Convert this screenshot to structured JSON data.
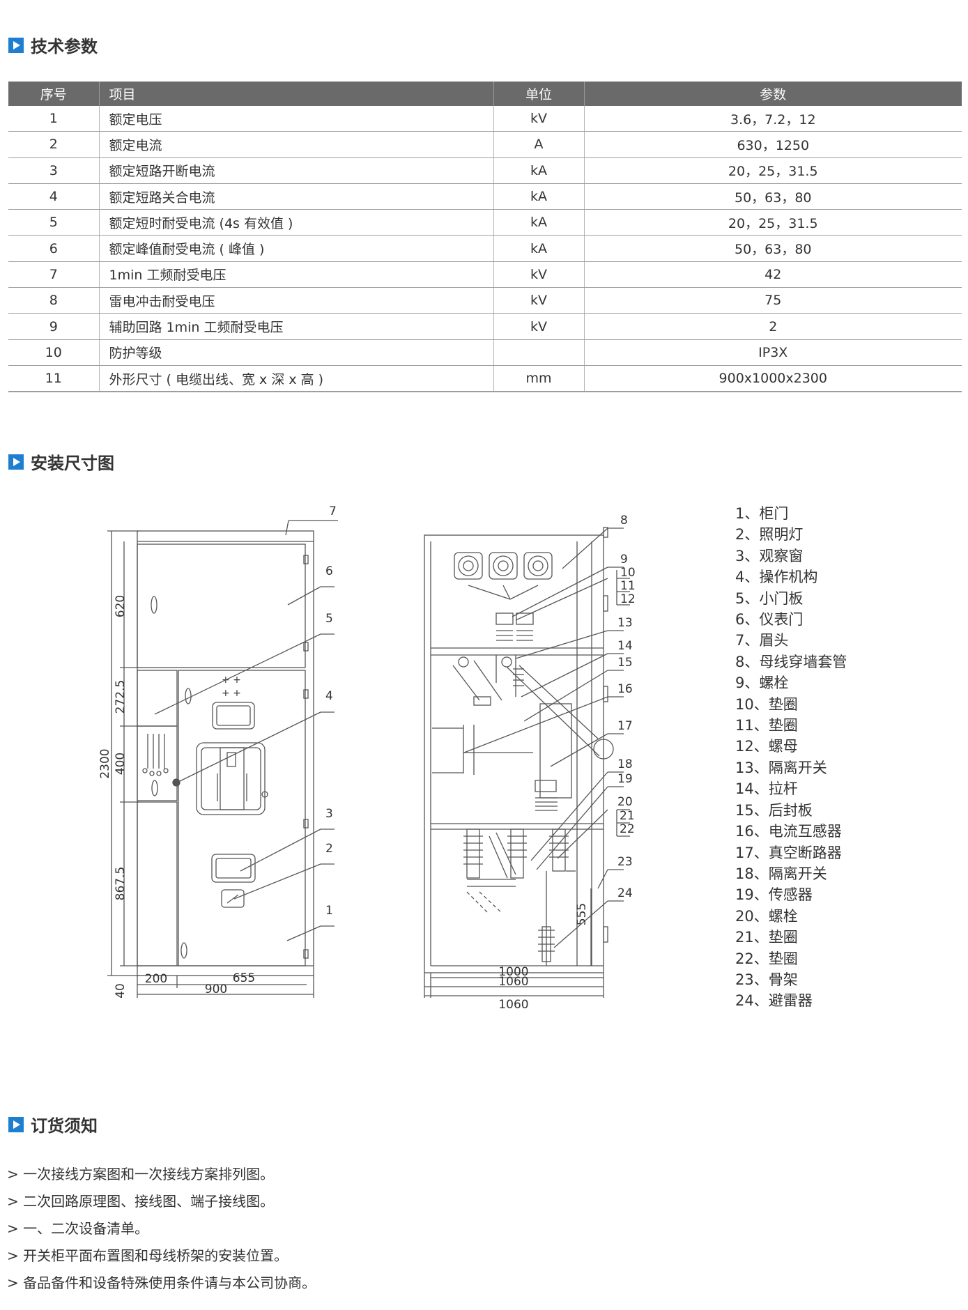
{
  "sections": {
    "tech_params": "技术参数",
    "install_dims": "安装尺寸图",
    "order_notes": "订货须知"
  },
  "table": {
    "headers": [
      "序号",
      "项目",
      "单位",
      "参数"
    ],
    "rows": [
      {
        "no": "1",
        "item": "额定电压",
        "unit": "kV",
        "value": "3.6，7.2，12"
      },
      {
        "no": "2",
        "item": "额定电流",
        "unit": "A",
        "value": "630，1250"
      },
      {
        "no": "3",
        "item": "额定短路开断电流",
        "unit": "kA",
        "value": "20，25，31.5"
      },
      {
        "no": "4",
        "item": "额定短路关合电流",
        "unit": "kA",
        "value": "50，63，80"
      },
      {
        "no": "5",
        "item": "额定短时耐受电流 (4s 有效值 )",
        "unit": "kA",
        "value": "20，25，31.5"
      },
      {
        "no": "6",
        "item": "额定峰值耐受电流 ( 峰值 )",
        "unit": "kA",
        "value": "50，63，80"
      },
      {
        "no": "7",
        "item": "1min 工频耐受电压",
        "unit": "kV",
        "value": "42"
      },
      {
        "no": "8",
        "item": "雷电冲击耐受电压",
        "unit": "kV",
        "value": "75"
      },
      {
        "no": "9",
        "item": "辅助回路 1min 工频耐受电压",
        "unit": "kV",
        "value": "2"
      },
      {
        "no": "10",
        "item": "防护等级",
        "unit": "",
        "value": "IP3X"
      },
      {
        "no": "11",
        "item": "外形尺寸 ( 电缆出线、宽 x 深 x 高 )",
        "unit": "mm",
        "value": "900x1000x2300"
      }
    ]
  },
  "drawing": {
    "front_dims": {
      "h620": "620",
      "h272": "272.5",
      "h400": "400",
      "h867": "867.5",
      "h40": "40",
      "h2300": "2300",
      "w200": "200",
      "w655": "655",
      "w900": "900"
    },
    "front_callouts": [
      "7",
      "6",
      "5",
      "4",
      "3",
      "2",
      "1"
    ],
    "side_dims": {
      "w1000": "1000",
      "w1060a": "1060",
      "w1060b": "1060",
      "h555": "555"
    },
    "side_callouts": [
      "8",
      "9",
      "10",
      "11",
      "12",
      "13",
      "14",
      "15",
      "16",
      "17",
      "18",
      "19",
      "20",
      "21",
      "22",
      "23",
      "24"
    ]
  },
  "legend": [
    "1、柜门",
    "2、照明灯",
    "3、观察窗",
    "4、操作机构",
    "5、小门板",
    "6、仪表门",
    "7、眉头",
    "8、母线穿墙套管",
    "9、螺栓",
    "10、垫圈",
    "11、垫圈",
    "12、螺母",
    "13、隔离开关",
    "14、拉杆",
    "15、后封板",
    "16、电流互感器",
    "17、真空断路器",
    "18、隔离开关",
    "19、传感器",
    "20、螺栓",
    "21、垫圈",
    "22、垫圈",
    "23、骨架",
    "24、避雷器"
  ],
  "notes": [
    "> 一次接线方案图和一次接线方案排列图。",
    "> 二次回路原理图、接线图、端子接线图。",
    "> 一、二次设备清单。",
    "> 开关柜平面布置图和母线桥架的安装位置。",
    "> 备品备件和设备特殊使用条件请与本公司协商。"
  ],
  "colors": {
    "accent": "#1e7fd1",
    "header_bg": "#6a6a6a"
  }
}
